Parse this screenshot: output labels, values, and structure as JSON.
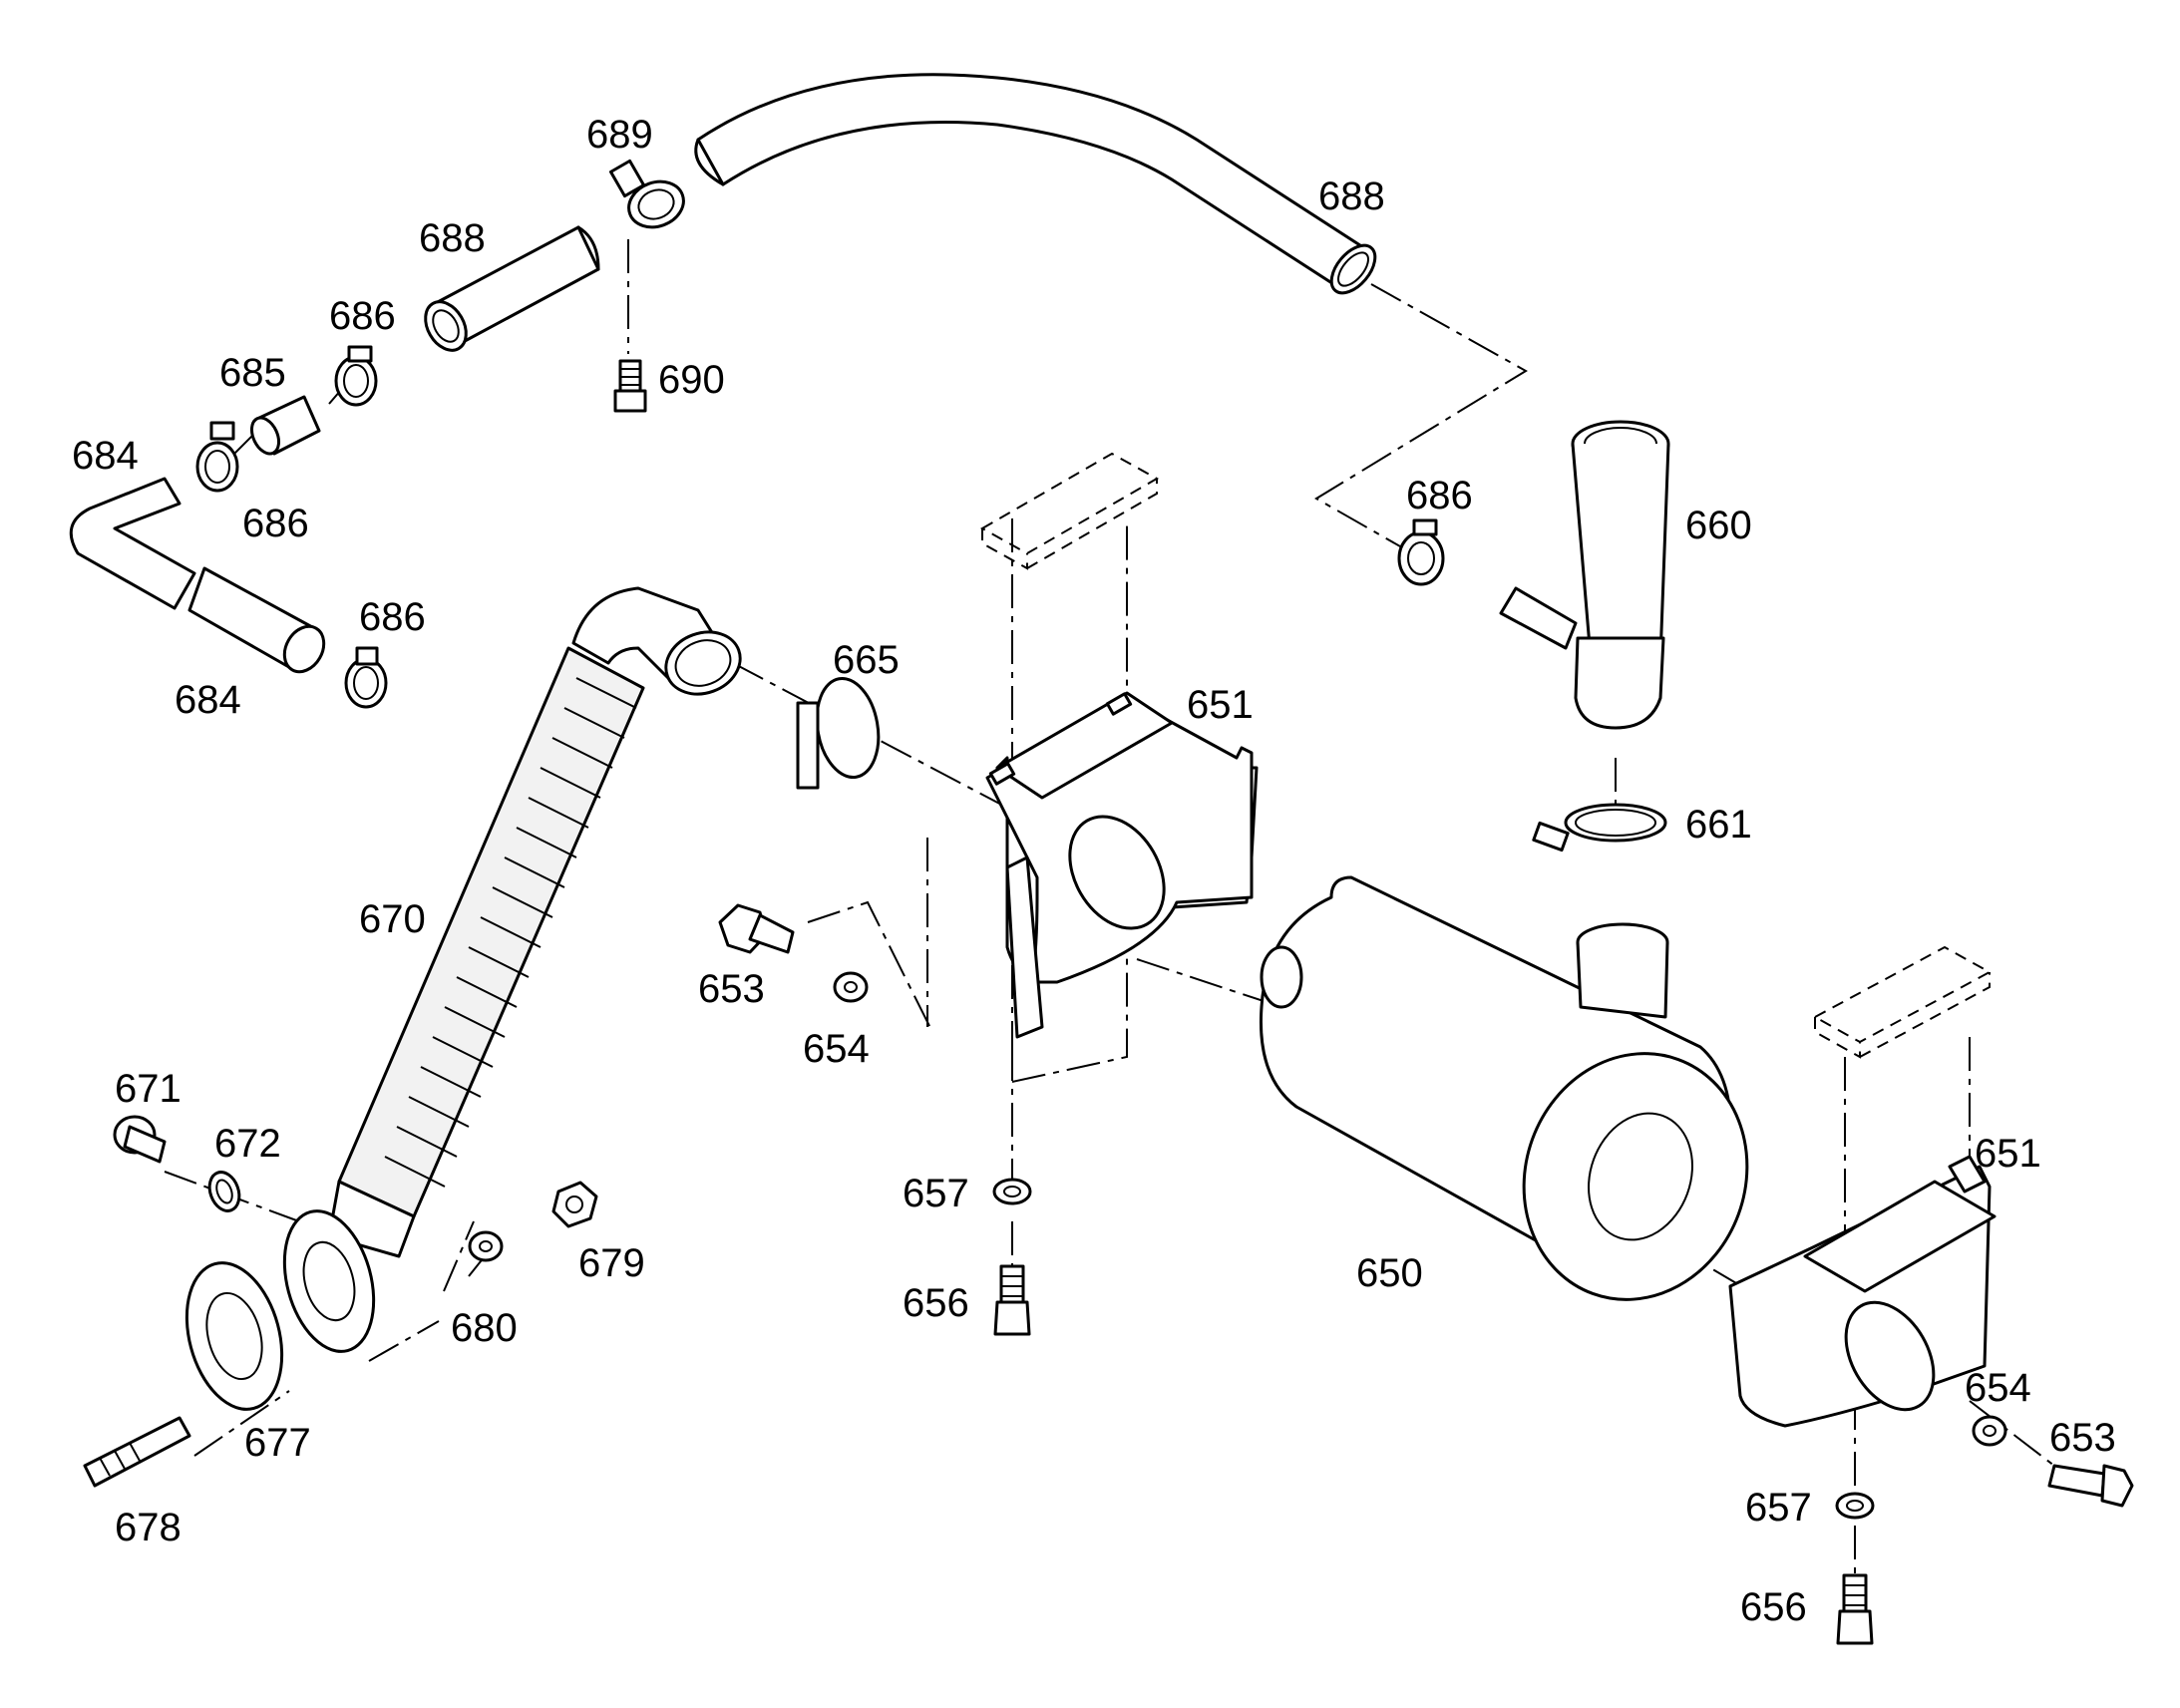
{
  "callouts": [
    {
      "id": "c650",
      "text": "650"
    },
    {
      "id": "c651a",
      "text": "651"
    },
    {
      "id": "c651b",
      "text": "651"
    },
    {
      "id": "c653a",
      "text": "653"
    },
    {
      "id": "c653b",
      "text": "653"
    },
    {
      "id": "c654a",
      "text": "654"
    },
    {
      "id": "c654b",
      "text": "654"
    },
    {
      "id": "c656a",
      "text": "656"
    },
    {
      "id": "c656b",
      "text": "656"
    },
    {
      "id": "c657a",
      "text": "657"
    },
    {
      "id": "c657b",
      "text": "657"
    },
    {
      "id": "c660",
      "text": "660"
    },
    {
      "id": "c661",
      "text": "661"
    },
    {
      "id": "c665",
      "text": "665"
    },
    {
      "id": "c670",
      "text": "670"
    },
    {
      "id": "c671",
      "text": "671"
    },
    {
      "id": "c672",
      "text": "672"
    },
    {
      "id": "c677",
      "text": "677"
    },
    {
      "id": "c678",
      "text": "678"
    },
    {
      "id": "c679",
      "text": "679"
    },
    {
      "id": "c680",
      "text": "680"
    },
    {
      "id": "c684a",
      "text": "684"
    },
    {
      "id": "c684b",
      "text": "684"
    },
    {
      "id": "c685",
      "text": "685"
    },
    {
      "id": "c686a",
      "text": "686"
    },
    {
      "id": "c686b",
      "text": "686"
    },
    {
      "id": "c686c",
      "text": "686"
    },
    {
      "id": "c686d",
      "text": "686"
    },
    {
      "id": "c688a",
      "text": "688"
    },
    {
      "id": "c688b",
      "text": "688"
    },
    {
      "id": "c689",
      "text": "689"
    },
    {
      "id": "c690",
      "text": "690"
    }
  ]
}
